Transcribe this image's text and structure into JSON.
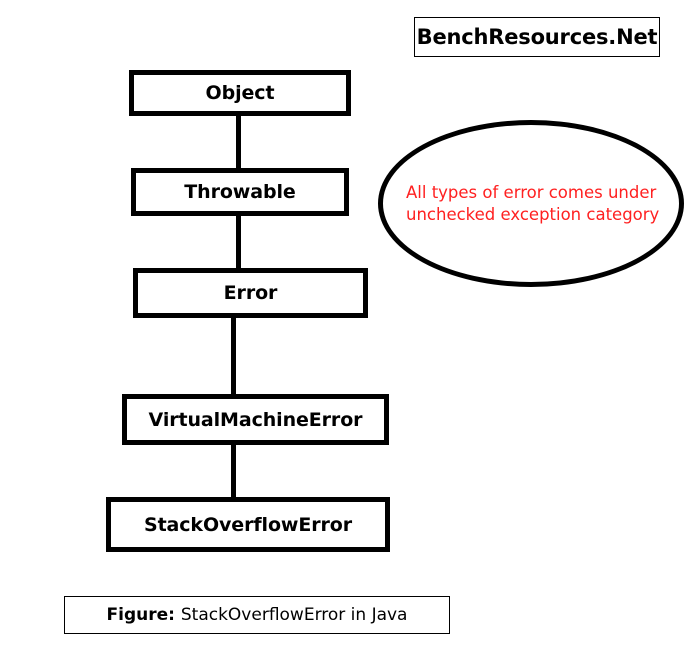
{
  "diagram": {
    "type": "class-hierarchy",
    "brand": {
      "text": "BenchResources.Net"
    },
    "nodes": [
      {
        "id": "object",
        "label": "Object"
      },
      {
        "id": "throwable",
        "label": "Throwable"
      },
      {
        "id": "error",
        "label": "Error"
      },
      {
        "id": "vmerror",
        "label": "VirtualMachineError"
      },
      {
        "id": "soferror",
        "label": "StackOverflowError"
      }
    ],
    "edges": [
      {
        "from": "object",
        "to": "throwable"
      },
      {
        "from": "throwable",
        "to": "error"
      },
      {
        "from": "error",
        "to": "vmerror"
      },
      {
        "from": "vmerror",
        "to": "soferror"
      }
    ],
    "annotation": {
      "shape": "ellipse",
      "text": "All types of error comes under unchecked exception category",
      "color": "#ff2020"
    },
    "caption": {
      "label": "Figure:",
      "value": "StackOverflowError in Java"
    },
    "colors": {
      "stroke": "#000000",
      "background": "#ffffff",
      "annotation_text": "#ff2020"
    }
  }
}
